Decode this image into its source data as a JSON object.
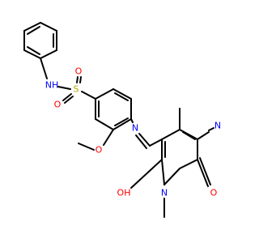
{
  "colors": {
    "bond": "#000000",
    "N": "#0000ff",
    "O": "#ff0000",
    "S": "#b8a100"
  },
  "molecule": {
    "atoms": [
      {
        "id": "a1",
        "symbol": "NH"
      },
      {
        "id": "a2",
        "symbol": "S"
      },
      {
        "id": "a3",
        "symbol": "O"
      },
      {
        "id": "a4",
        "symbol": "O"
      },
      {
        "id": "a5",
        "symbol": "O"
      },
      {
        "id": "a6",
        "symbol": "N"
      },
      {
        "id": "a7",
        "symbol": "N"
      },
      {
        "id": "a8",
        "symbol": "N"
      },
      {
        "id": "a9",
        "symbol": "O"
      },
      {
        "id": "a10",
        "symbol": "OH"
      }
    ]
  }
}
